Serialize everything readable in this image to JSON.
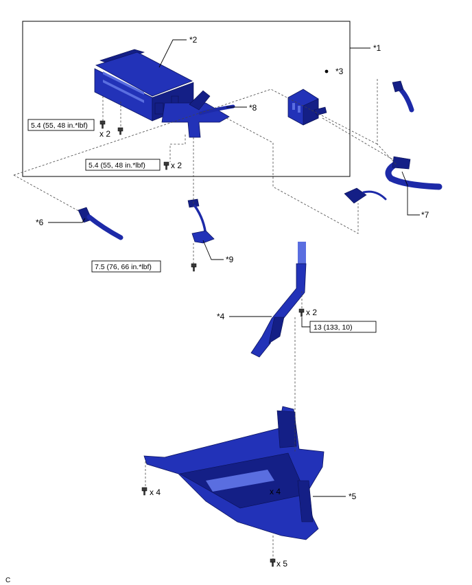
{
  "callouts": {
    "c1": "*1",
    "c2": "*2",
    "c3": "*3",
    "c4": "*4",
    "c5": "*5",
    "c6": "*6",
    "c7": "*7",
    "c8": "*8",
    "c9": "*9"
  },
  "torque": {
    "t_canister_left": "5.4 (55, 48 in.*lbf)",
    "t_canister_bracket": "5.4 (55, 48 in.*lbf)",
    "t_clamp": "7.5 (76, 66 in.*lbf)",
    "t_stay": "13 (133, 10)"
  },
  "quantities": {
    "q_canister_left": "x 2",
    "q_canister_bracket": "x 2",
    "q_stay": "x 2",
    "q_cover_left": "x 4",
    "q_cover_mid": "x 4",
    "q_cover_bottom": "x 5"
  },
  "corner_mark": "C"
}
